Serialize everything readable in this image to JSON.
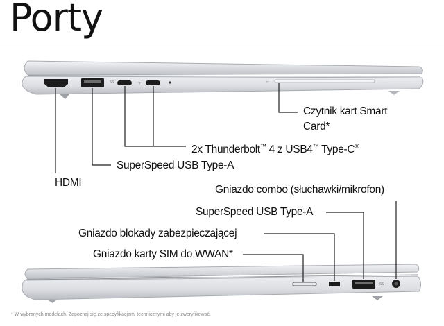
{
  "title": "Porty",
  "labels": {
    "smart_card_line1": "Czytnik kart Smart",
    "smart_card_line2": "Card*",
    "thunderbolt_a": "2x Thunderbolt",
    "thunderbolt_tm1": "™",
    "thunderbolt_b": " 4 z USB4",
    "thunderbolt_tm2": "™",
    "thunderbolt_c": " Type-C",
    "thunderbolt_reg": "®",
    "usb_a_left": "SuperSpeed USB Type-A",
    "hdmi": "HDMI",
    "combo_jack": "Gniazdo combo (słuchawki/mikrofon)",
    "usb_a_right": "SuperSpeed USB Type-A",
    "lock_slot": "Gniazdo blokady zabezpieczającej",
    "sim_slot": "Gniazdo karty SIM do WWAN*"
  },
  "footnote": "* W wybranych modelach. Zapoznaj się ze specyfikacjami technicznymi aby je zweryfikować.",
  "colors": {
    "chassis": "#d9dbdf",
    "chassis_edge": "#a9acb1",
    "port_dark": "#1c1c1c",
    "leader_line": "#222222"
  }
}
